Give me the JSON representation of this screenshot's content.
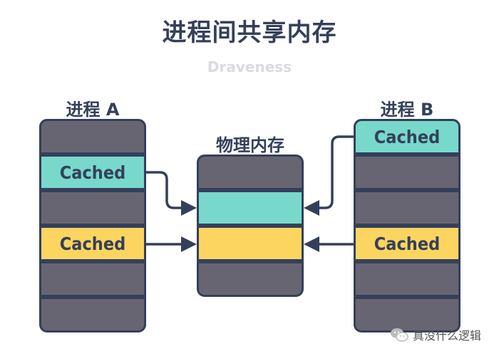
{
  "title": "进程间共享内存",
  "subtitle": "Draveness",
  "columns": {
    "process_a": {
      "label": "进程 A",
      "cells": [
        {
          "type": "empty",
          "text": ""
        },
        {
          "type": "cached-teal",
          "text": "Cached"
        },
        {
          "type": "empty",
          "text": ""
        },
        {
          "type": "cached-yellow",
          "text": "Cached"
        },
        {
          "type": "empty",
          "text": ""
        },
        {
          "type": "empty",
          "text": ""
        }
      ]
    },
    "physical_memory": {
      "label": "物理内存",
      "cells": [
        {
          "type": "empty",
          "text": ""
        },
        {
          "type": "cached-teal",
          "text": ""
        },
        {
          "type": "cached-yellow",
          "text": ""
        },
        {
          "type": "empty",
          "text": ""
        }
      ]
    },
    "process_b": {
      "label": "进程 B",
      "cells": [
        {
          "type": "cached-teal",
          "text": "Cached"
        },
        {
          "type": "empty",
          "text": ""
        },
        {
          "type": "empty",
          "text": ""
        },
        {
          "type": "cached-yellow",
          "text": "Cached"
        },
        {
          "type": "empty",
          "text": ""
        },
        {
          "type": "empty",
          "text": ""
        }
      ]
    }
  },
  "colors": {
    "outline": "#34405a",
    "empty": "#686572",
    "teal": "#78d8cc",
    "yellow": "#fcd561"
  },
  "watermark": {
    "icon": "wechat-icon",
    "text": "真没什么逻辑"
  }
}
